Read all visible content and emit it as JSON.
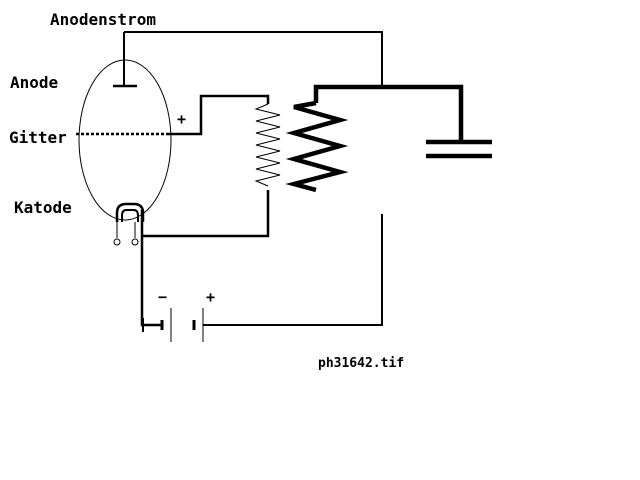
{
  "labels": {
    "anode_current": "Anodenstrom",
    "anode": "Anode",
    "grid": "Gitter",
    "cathode": "Katode",
    "grid_plus": "+",
    "battery_minus": "−",
    "battery_plus": "+",
    "file_name": "ph31642.tif"
  },
  "colors": {
    "line": "#000000",
    "background": "#ffffff"
  },
  "components": {
    "tube": "triode-vacuum-tube",
    "coupling_coil": "feedback-coil",
    "tank_coil": "inductor",
    "tank_capacitor": "capacitor",
    "supply": "battery"
  }
}
